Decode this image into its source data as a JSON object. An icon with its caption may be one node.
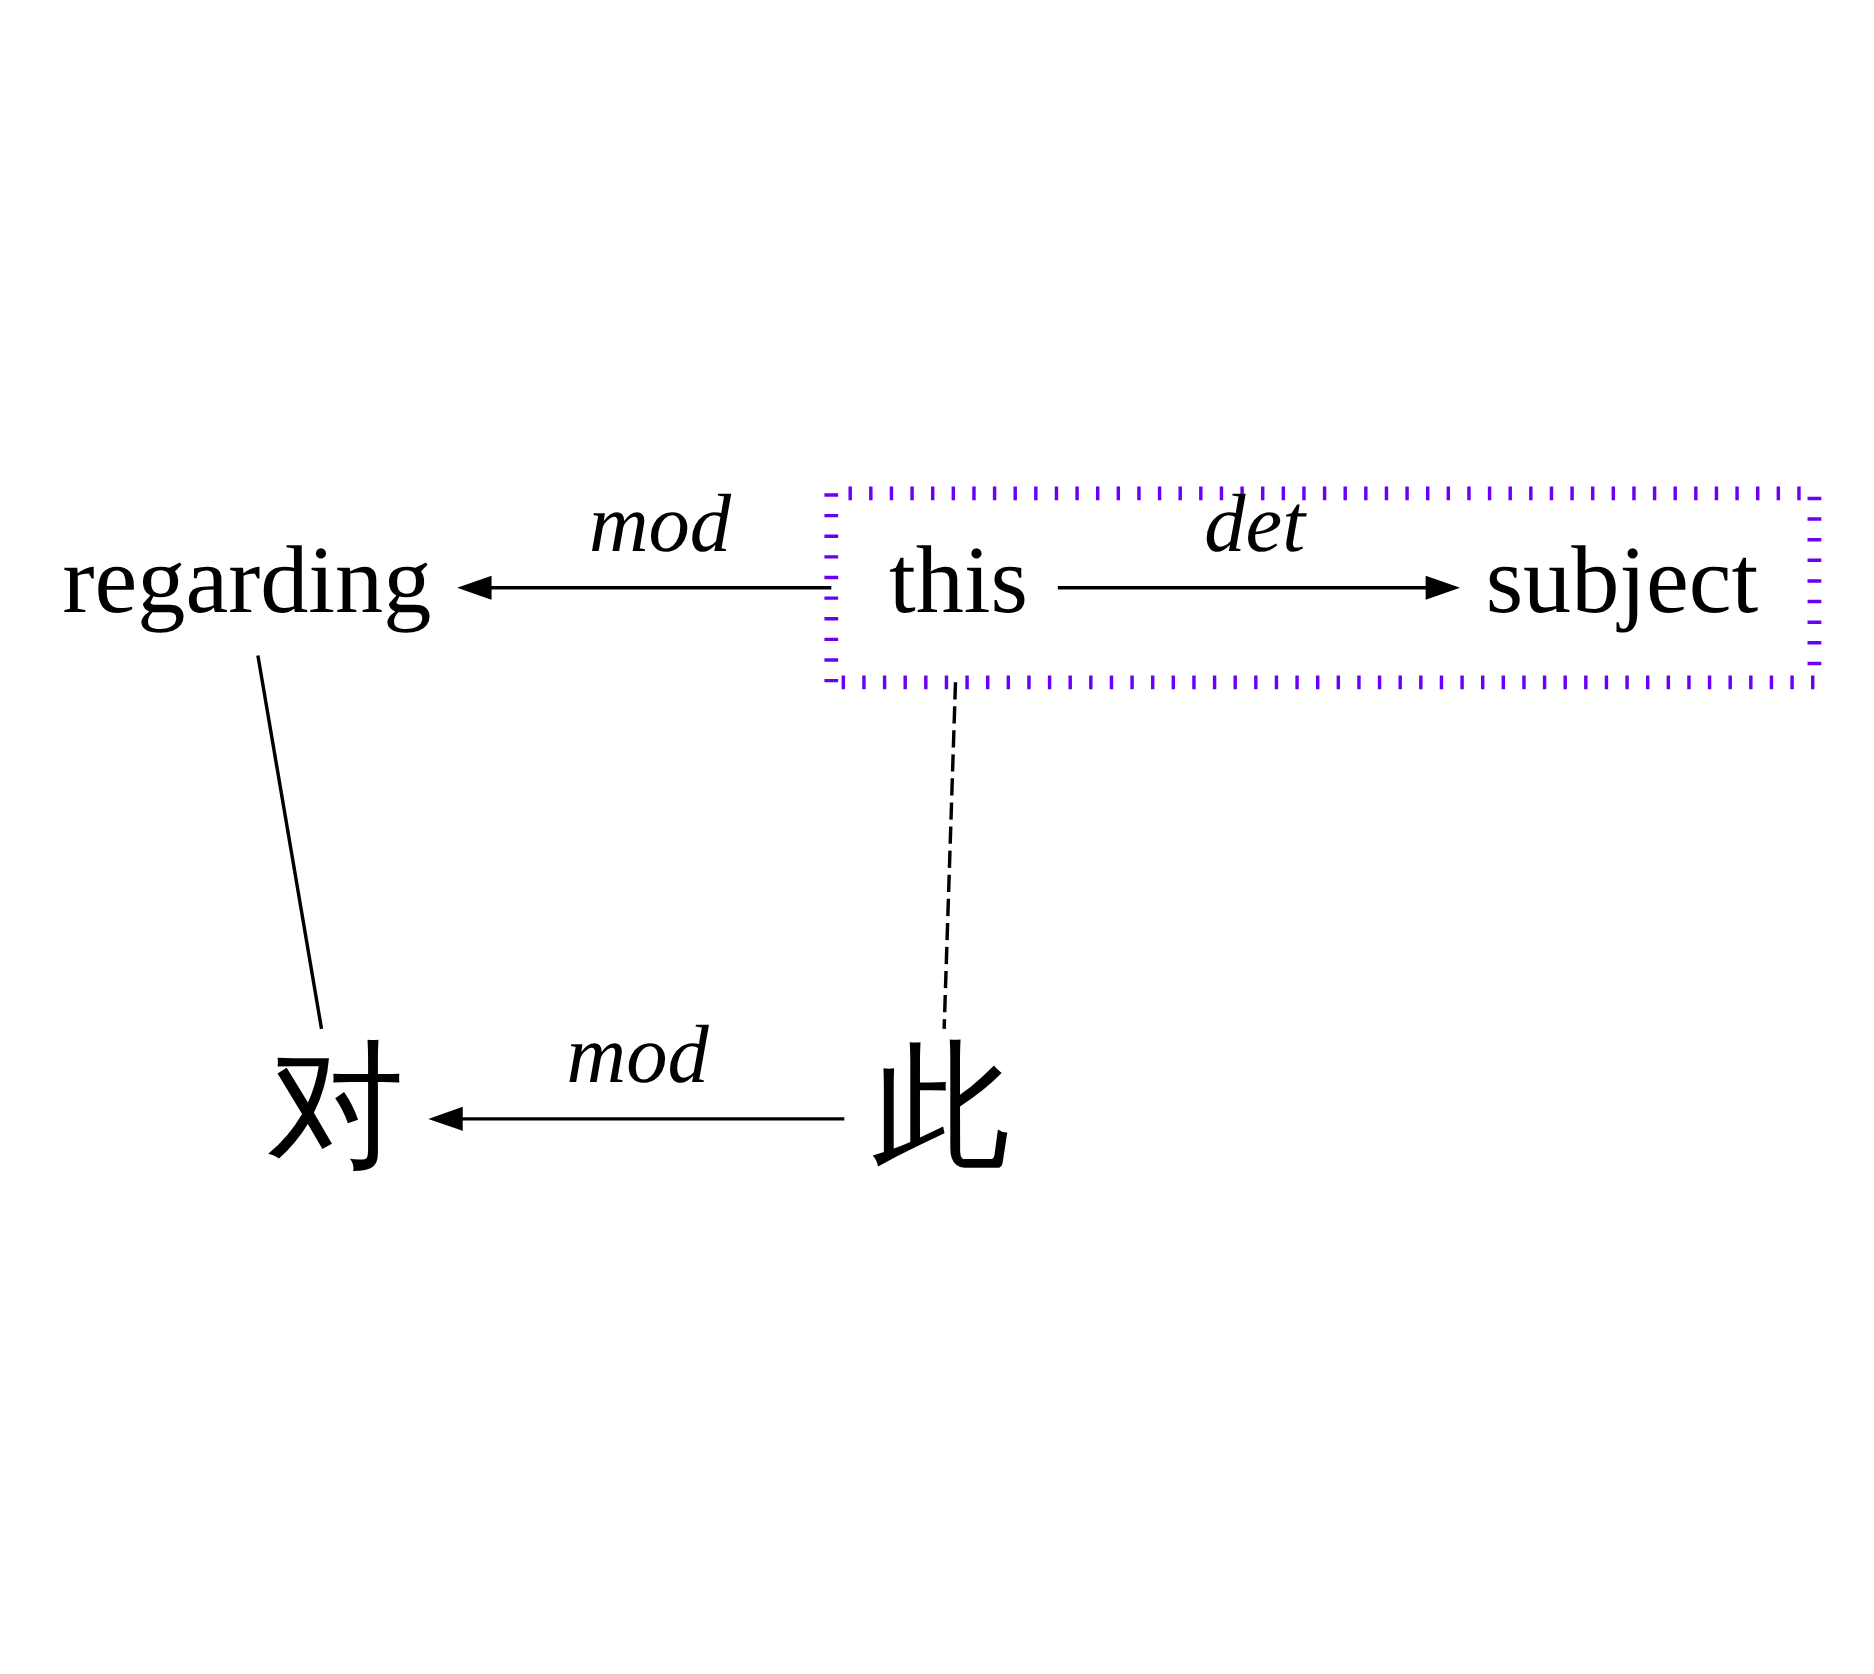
{
  "diagram": {
    "nodes": [
      {
        "text": [
          "regarding"
        ]
      },
      {
        "text": [],
        "shape": "box"
      },
      {
        "text": [
          "this"
        ],
        "in": 1
      },
      {
        "text": [
          "subject"
        ],
        "in": 1
      },
      {
        "text": [
          "对"
        ]
      },
      {
        "text": [
          "此"
        ]
      }
    ],
    "edges": [
      {
        "from": 1,
        "to": 0,
        "arrow": "to",
        "label": "mod"
      },
      {
        "from": 2,
        "to": 3,
        "arrow": "to",
        "label": "det"
      },
      {
        "from": 0,
        "to": 4,
        "arrow": "none"
      },
      {
        "from": 1,
        "to": 5,
        "arrow": "none",
        "style": "dashed"
      },
      {
        "from": 5,
        "to": 4,
        "arrow": "to",
        "label": "mod"
      }
    ]
  }
}
